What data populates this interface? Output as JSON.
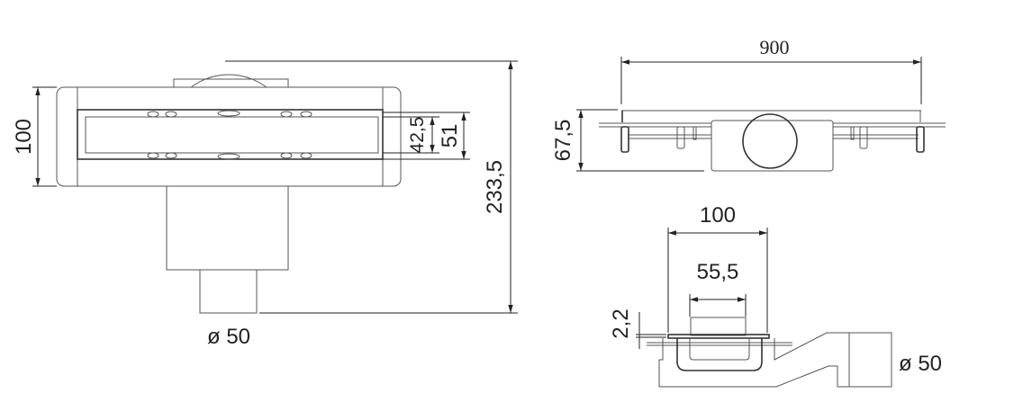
{
  "title": "Linear shower drain technical drawing",
  "top_view": {
    "width_label": "100",
    "grate_inner_label": "42,5",
    "grate_outer_label": "51",
    "total_depth_label": "233,5",
    "outlet_label": "ø 50"
  },
  "side_view": {
    "length_label": "900",
    "height_label": "67,5"
  },
  "section_view": {
    "width_label": "100",
    "grate_label": "55,5",
    "flange_label": "2,2",
    "outlet_label": "ø 50"
  }
}
